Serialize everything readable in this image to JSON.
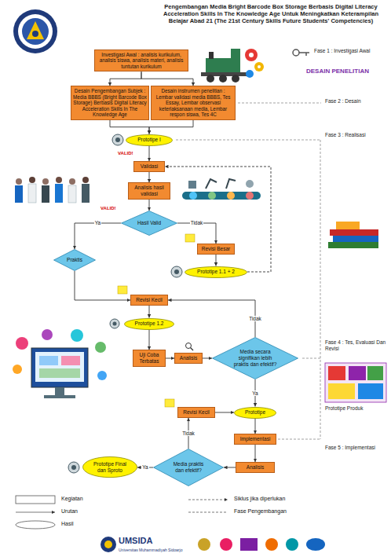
{
  "diagram": {
    "title": "Pengembangan Media Bright Barcode Box Storage Berbasis Digital Literacy Acceleration Skills In The Knowledge Age Untuk Meningkatkan Keterampilan Belajar Abad 21 (The 21st Century Skills Future Students' Competencies)",
    "nodes": [
      {
        "text": [
          "Investigasi Awal : analisis kurikulum, analisis siswa, analisis materi, analisis tuntutan kurikulum"
        ]
      },
      {
        "text": [
          "Desain Pengembangan Subjek : Media BBBS (Bright Barcode Box Storage) Berbasis Digital Literacy Acceleration Skills In The Knowledge Age"
        ]
      },
      {
        "text": [
          "Desain instrumen penelitian : Lembar validasi media BBBS, Tes Essay, Lembar observasi keterlaksanaan media, Lembar respon siswa, Tes 4C"
        ]
      },
      {
        "text": [
          "Prototipe I"
        ]
      },
      {
        "text": [
          "Validasi"
        ]
      },
      {
        "text": [
          "Analisis hasil validasi"
        ]
      },
      {
        "text": [
          "Hasil Valid"
        ]
      },
      {
        "text": [
          "Revisi Besar"
        ]
      },
      {
        "text": [
          "Prototipe 1.1 + 2"
        ]
      },
      {
        "text": [
          "Praktis"
        ]
      },
      {
        "text": [
          "Revisi Kecil"
        ]
      },
      {
        "text": [
          "Prototipe 1.2"
        ]
      },
      {
        "text": [
          "Uji Coba Terbatas"
        ]
      },
      {
        "text": [
          "Analisis"
        ]
      },
      {
        "text": [
          "Media secara signifikan lebih praktis dan efektif?"
        ]
      },
      {
        "text": [
          "Revisi Kecil"
        ]
      },
      {
        "text": [
          "Prototipe"
        ]
      },
      {
        "text": [
          "Implementasi"
        ]
      },
      {
        "text": [
          "Analisis"
        ]
      },
      {
        "text": [
          "Media praktis dan efektif?"
        ]
      },
      {
        "text": [
          "Prototipe Final dan Sproto"
        ]
      }
    ],
    "edges": [
      {
        "from": 0,
        "to": 1,
        "arrow": "to"
      },
      {
        "from": 0,
        "to": 2,
        "arrow": "to"
      },
      {
        "from": 1,
        "to": 3,
        "arrow": "to"
      },
      {
        "from": 2,
        "to": 3,
        "arrow": "to"
      },
      {
        "from": 3,
        "to": 4,
        "arrow": "to"
      },
      {
        "from": 4,
        "to": 5,
        "arrow": "to"
      },
      {
        "from": 5,
        "to": 6,
        "arrow": "to"
      },
      {
        "from": 6,
        "to": 7,
        "label": "Tidak",
        "arrow": "to"
      },
      {
        "from": 7,
        "to": 8,
        "arrow": "to"
      },
      {
        "from": 8,
        "to": 4,
        "arrow": "to"
      },
      {
        "from": 6,
        "to": 9,
        "label": "Ya",
        "arrow": "to"
      },
      {
        "from": 9,
        "to": 10,
        "arrow": "to"
      },
      {
        "from": 10,
        "to": 11,
        "arrow": "to"
      },
      {
        "from": 11,
        "to": 12,
        "arrow": "to"
      },
      {
        "from": 12,
        "to": 13,
        "arrow": "to"
      },
      {
        "from": 13,
        "to": 14,
        "arrow": "to"
      },
      {
        "from": 14,
        "to": 10,
        "label": "Tidak",
        "arrow": "to"
      },
      {
        "from": 14,
        "to": 16,
        "label": "Ya",
        "arrow": "to"
      },
      {
        "from": 15,
        "to": 16,
        "arrow": "to"
      },
      {
        "from": 16,
        "to": 17,
        "arrow": "to"
      },
      {
        "from": 17,
        "to": 18,
        "arrow": "to"
      },
      {
        "from": 18,
        "to": 19,
        "arrow": "to"
      },
      {
        "from": 19,
        "to": 20,
        "label": "Ya",
        "arrow": "to"
      },
      {
        "from": 19,
        "to": 15,
        "label": "Tidak",
        "arrow": "to"
      }
    ],
    "labels": [
      "Fase 1 : Investigasi Awal",
      "DESAIN PENELITIAN",
      "Fase 2 : Desain",
      "Fase 3 : Realisasi",
      "VALID!",
      "VALID!",
      "Fase 4 : Tes, Evaluasi Dan Revisi",
      "Prototipe Produk",
      "Fase 5 : Implementasi",
      "UMSIDA",
      "Universitas Muhammadiyah Sidoarjo"
    ],
    "legend": [
      {
        "text": "Kegiatan"
      },
      {
        "text": "Siklus jika diperlukan"
      },
      {
        "text": "Urutan"
      },
      {
        "text": "Fase Pengembangan"
      },
      {
        "text": "Hasil"
      }
    ]
  }
}
